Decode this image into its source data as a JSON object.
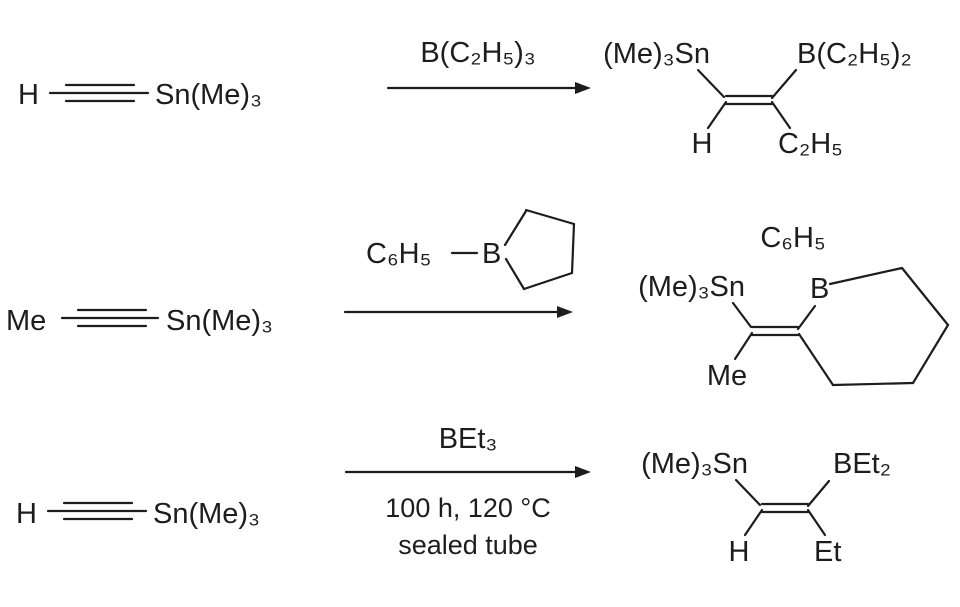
{
  "colors": {
    "background": "#ffffff",
    "ink": "#1d1d1d"
  },
  "reactions": [
    {
      "reactant": {
        "left": "H",
        "right": "Sn(Me)₃"
      },
      "reagent": "B(C₂H₅)₃",
      "product": {
        "stannyl": "(Me)₃Sn",
        "boryl": "B(C₂H₅)₂",
        "alpha_h": "H",
        "beta_ethyl": "C₂H₅"
      }
    },
    {
      "reactant": {
        "left": "Me",
        "right": "Sn(Me)₃"
      },
      "reagent": {
        "phenyl": "C₆H₅",
        "boron": "B"
      },
      "product": {
        "stannyl": "(Me)₃Sn",
        "phenyl": "C₆H₅",
        "boron": "B",
        "methyl": "Me"
      }
    },
    {
      "reactant": {
        "left": "H",
        "right": "Sn(Me)₃"
      },
      "reagent": "BEt₃",
      "conditions": [
        "100 h, 120 °C",
        "sealed tube"
      ],
      "product": {
        "stannyl": "(Me)₃Sn",
        "boryl": "BEt₂",
        "alpha_h": "H",
        "beta_ethyl": "Et"
      }
    }
  ]
}
